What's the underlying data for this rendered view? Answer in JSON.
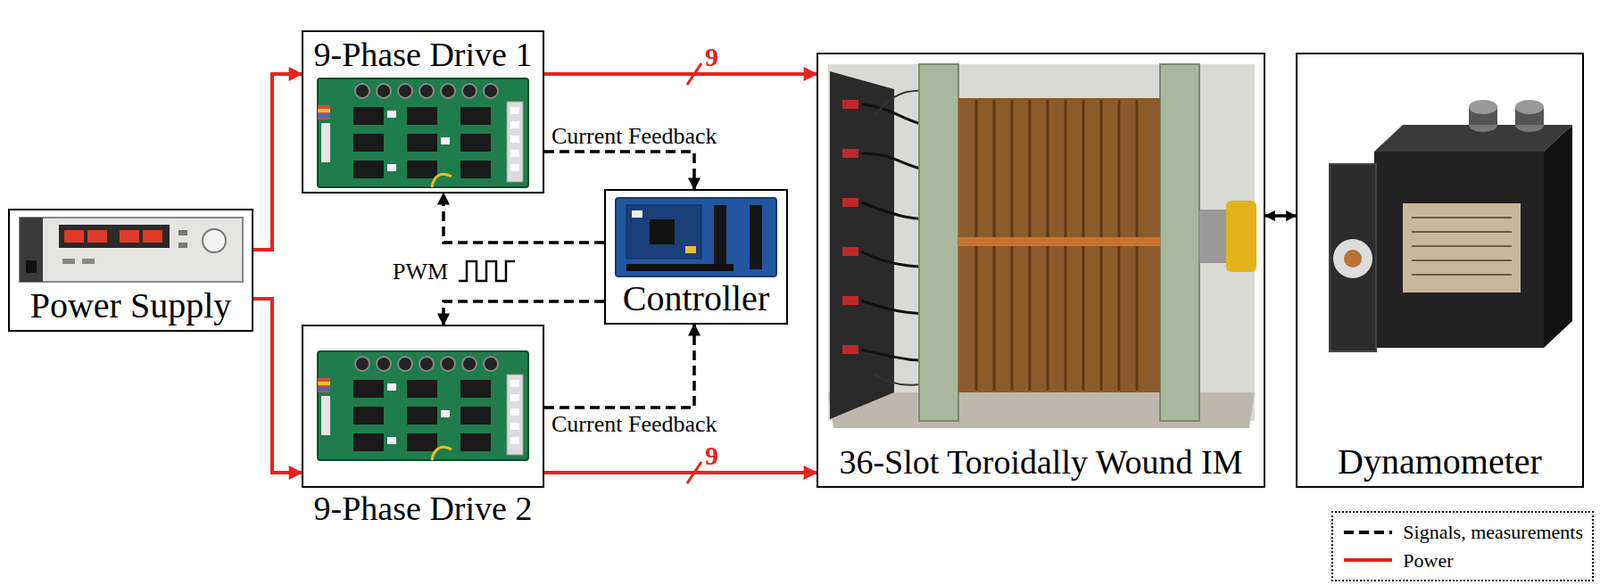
{
  "diagram": {
    "nodes": [
      {
        "text": [
          "Power Supply"
        ]
      },
      {
        "text": [
          "9-Phase Drive 1"
        ]
      },
      {
        "text": [
          "9-Phase Drive 2"
        ]
      },
      {
        "text": [
          "Controller"
        ]
      },
      {
        "text": [
          "36-Slot Toroidally Wound IM"
        ]
      },
      {
        "text": [
          "Dynamometer"
        ]
      }
    ],
    "edges": [
      {
        "from": 0,
        "to": 1,
        "arrow": "to"
      },
      {
        "from": 0,
        "to": 2,
        "arrow": "to"
      },
      {
        "from": 1,
        "to": 4,
        "arrow": "to",
        "label": "9"
      },
      {
        "from": 2,
        "to": 4,
        "arrow": "to",
        "label": "9"
      },
      {
        "from": 1,
        "to": 3,
        "arrow": "to",
        "label": "Current Feedback"
      },
      {
        "from": 2,
        "to": 3,
        "arrow": "to",
        "label": "Current Feedback"
      },
      {
        "from": 3,
        "to": 1,
        "arrow": "to"
      },
      {
        "from": 3,
        "to": 2,
        "arrow": "to"
      },
      {
        "from": 4,
        "to": 5,
        "arrow": "both"
      }
    ],
    "labels": [
      "PWM"
    ],
    "legend": [
      {
        "text": "Signals, measurements"
      },
      {
        "text": "Power"
      }
    ]
  }
}
